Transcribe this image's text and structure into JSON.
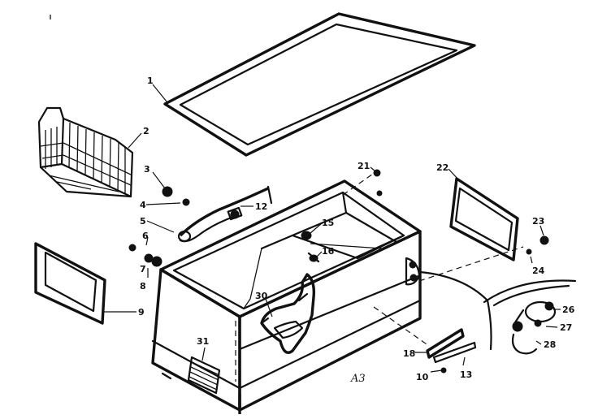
{
  "diagram_code": "A3",
  "callouts": [
    "1",
    "2",
    "3",
    "4",
    "5",
    "6",
    "7",
    "8",
    "9",
    "10",
    "12",
    "13",
    "15",
    "16",
    "18",
    "21",
    "22",
    "23",
    "24",
    "26",
    "27",
    "28",
    "30",
    "31"
  ],
  "colors": {
    "ink": "#111111",
    "paper": "#ffffff"
  }
}
